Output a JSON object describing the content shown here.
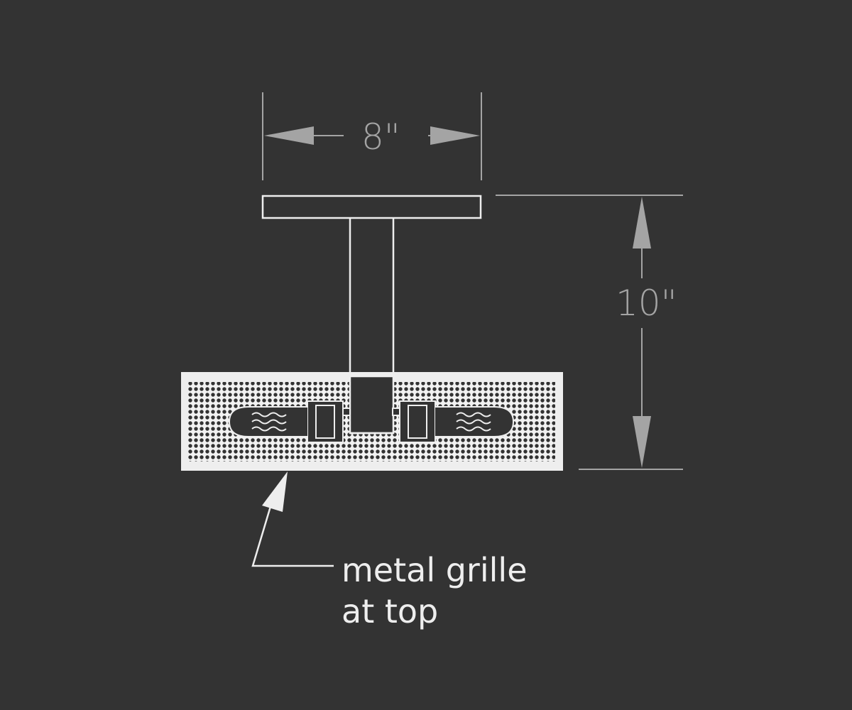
{
  "dimensions": {
    "width": "8\"",
    "height": "10\""
  },
  "callout": {
    "line1": "metal grille",
    "line2": "at top"
  },
  "colors": {
    "background": "#333333",
    "linework": "#eeeeee",
    "dimension": "#a4a4a4"
  }
}
